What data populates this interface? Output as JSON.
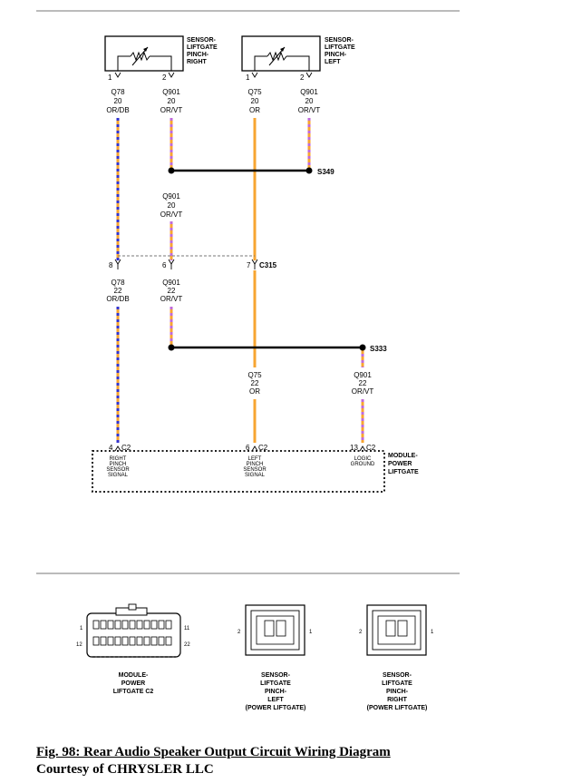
{
  "components": {
    "sensor_right": [
      "SENSOR-",
      "LIFTGATE",
      "PINCH-",
      "RIGHT"
    ],
    "sensor_left": [
      "SENSOR-",
      "LIFTGATE",
      "PINCH-",
      "LEFT"
    ],
    "module": [
      "MODULE-",
      "POWER",
      "LIFTGATE"
    ]
  },
  "pins": {
    "sr1": "1",
    "sr2": "2",
    "sl1": "1",
    "sl2": "2",
    "c315_8": "8",
    "c315_6": "6",
    "c315_7": "7",
    "c2_4": "4",
    "c2_6": "6",
    "c2_13": "13",
    "c2_suffix": "C2"
  },
  "wires": {
    "q78_top": [
      "Q78",
      "20",
      "OR/DB"
    ],
    "q901_r_top": [
      "Q901",
      "20",
      "OR/VT"
    ],
    "q75_top": [
      "Q75",
      "20",
      "OR"
    ],
    "q901_l_top": [
      "Q901",
      "20",
      "OR/VT"
    ],
    "q901_mid": [
      "Q901",
      "20",
      "OR/VT"
    ],
    "q78_bot": [
      "Q78",
      "22",
      "OR/DB"
    ],
    "q901_bot": [
      "Q901",
      "22",
      "OR/VT"
    ],
    "q75_bot": [
      "Q75",
      "22",
      "OR"
    ],
    "q901_gnd": [
      "Q901",
      "22",
      "OR/VT"
    ]
  },
  "splices": {
    "s349": "S349",
    "s333": "S333"
  },
  "connector": "C315",
  "pin_functions": {
    "p4": [
      "RIGHT",
      "PINCH",
      "SENSOR",
      "SIGNAL"
    ],
    "p6": [
      "LEFT",
      "PINCH",
      "SENSOR",
      "SIGNAL"
    ],
    "p13": [
      "LOGIC",
      "GROUND"
    ]
  },
  "views": {
    "module": {
      "pin_tl": "1",
      "pin_tr": "11",
      "pin_bl": "12",
      "pin_br": "22",
      "label": [
        "MODULE-",
        "POWER",
        "LIFTGATE C2"
      ]
    },
    "left": {
      "pin_l": "2",
      "pin_r": "1",
      "label": [
        "SENSOR-",
        "LIFTGATE",
        "PINCH-",
        "LEFT",
        "(POWER LIFTGATE)"
      ]
    },
    "right": {
      "pin_l": "2",
      "pin_r": "1",
      "label": [
        "SENSOR-",
        "LIFTGATE",
        "PINCH-",
        "RIGHT",
        "(POWER LIFTGATE)"
      ]
    }
  },
  "caption": {
    "title": "Fig. 98: Rear Audio Speaker Output Circuit Wiring Diagram",
    "credit": "Courtesy of CHRYSLER LLC"
  },
  "colors": {
    "orange": "#F7A531",
    "blue": "#3333CC",
    "violet": "#C06AD8"
  }
}
